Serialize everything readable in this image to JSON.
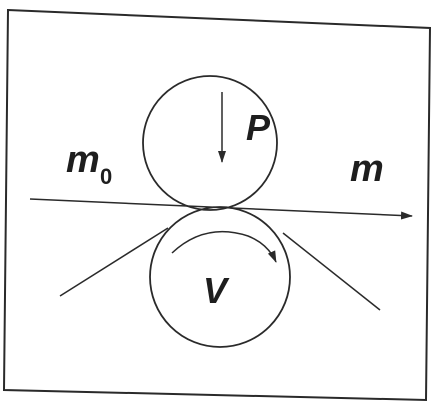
{
  "labels": {
    "pressure": "P",
    "velocity": "V",
    "inlet_mass": "m",
    "inlet_subscript": "0",
    "outlet_mass": "m"
  }
}
